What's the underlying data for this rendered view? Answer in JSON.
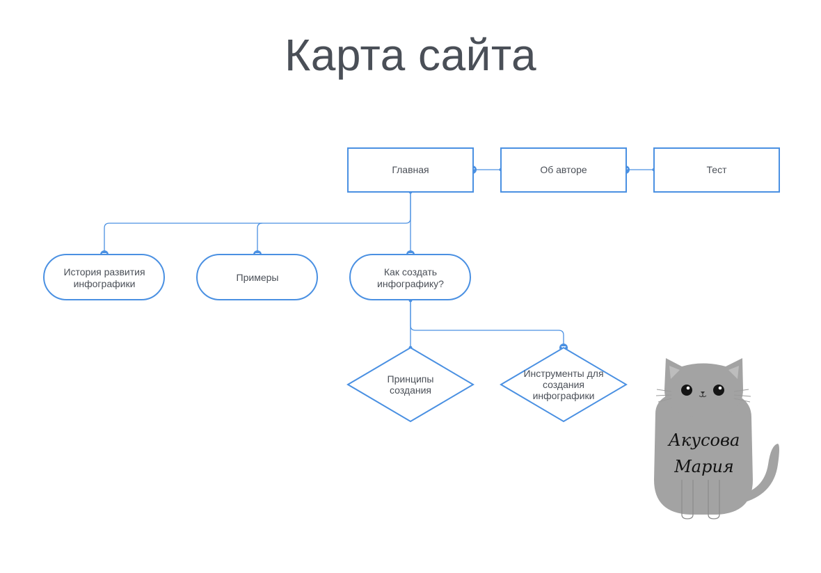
{
  "title": "Карта сайта",
  "colors": {
    "accent": "#4a90e2",
    "text": "#4a4f57",
    "cat": "#a3a3a3"
  },
  "nodes": {
    "main": "Главная",
    "about": "Об авторе",
    "test": "Тест",
    "history": [
      "История развития",
      "инфографики"
    ],
    "examples": "Примеры",
    "howto": [
      "Как создать",
      "инфографику?"
    ],
    "principles": [
      "Принципы",
      "создания"
    ],
    "tools": [
      "Инструменты для",
      "создания",
      "инфографики"
    ]
  },
  "author": {
    "line1": "Акусова",
    "line2": "Мария",
    "icon": "cat-illustration"
  }
}
